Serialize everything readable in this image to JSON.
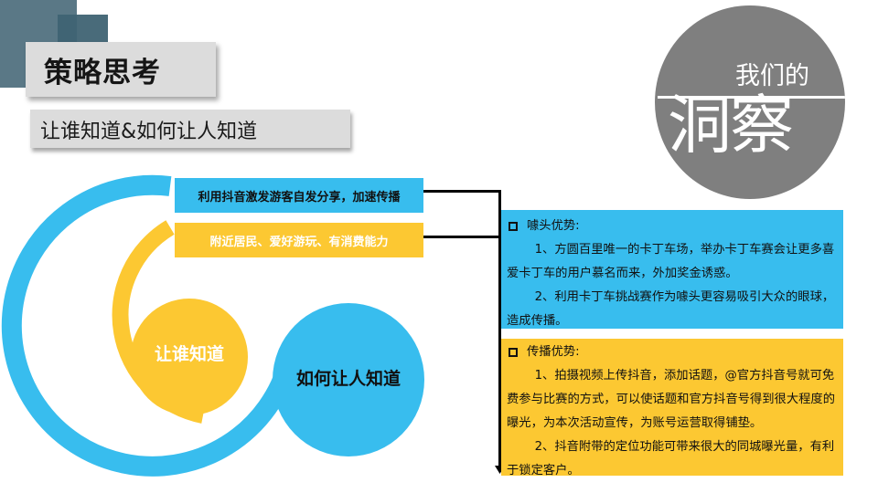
{
  "slide": {
    "title": "策略思考",
    "subtitle": "让谁知道&如何让人知道",
    "badge": {
      "small": "我们的",
      "big": "洞察"
    }
  },
  "diagram": {
    "labels": [
      {
        "text": "利用抖音激发游客自发分享，加速传播",
        "color": "#38bdee"
      },
      {
        "text": "附近居民、爱好游玩、有消费能力",
        "color": "#fcc832"
      }
    ],
    "circles": [
      {
        "text": "让谁知道",
        "color": "#fcc832"
      },
      {
        "text": "如何让人知道",
        "color": "#38bdee"
      }
    ]
  },
  "panels": [
    {
      "heading": "噱头优势:",
      "color": "#38bdee",
      "items": [
        "1、方圆百里唯一的卡丁车场，举办卡丁车赛会让更多喜爱卡丁车的用户慕名而来，外加奖金诱惑。",
        "2、利用卡丁车挑战赛作为噱头更容易吸引大众的眼球，造成传播。"
      ]
    },
    {
      "heading": "传播优势:",
      "color": "#fcc832",
      "items": [
        "1、拍摄视频上传抖音，添加话题，@官方抖音号就可免费参与比赛的方式，可以使话题和官方抖音号得到很大程度的曝光，为本次活动宣传，为账号运营取得铺垫。",
        "2、抖音附带的定位功能可带来很大的同城曝光量，有利于锁定客户。"
      ]
    }
  ],
  "colors": {
    "blue": "#38bdee",
    "yellow": "#fcc832",
    "gray": "#7f7f7f",
    "dark_teal": "#5a7886"
  }
}
